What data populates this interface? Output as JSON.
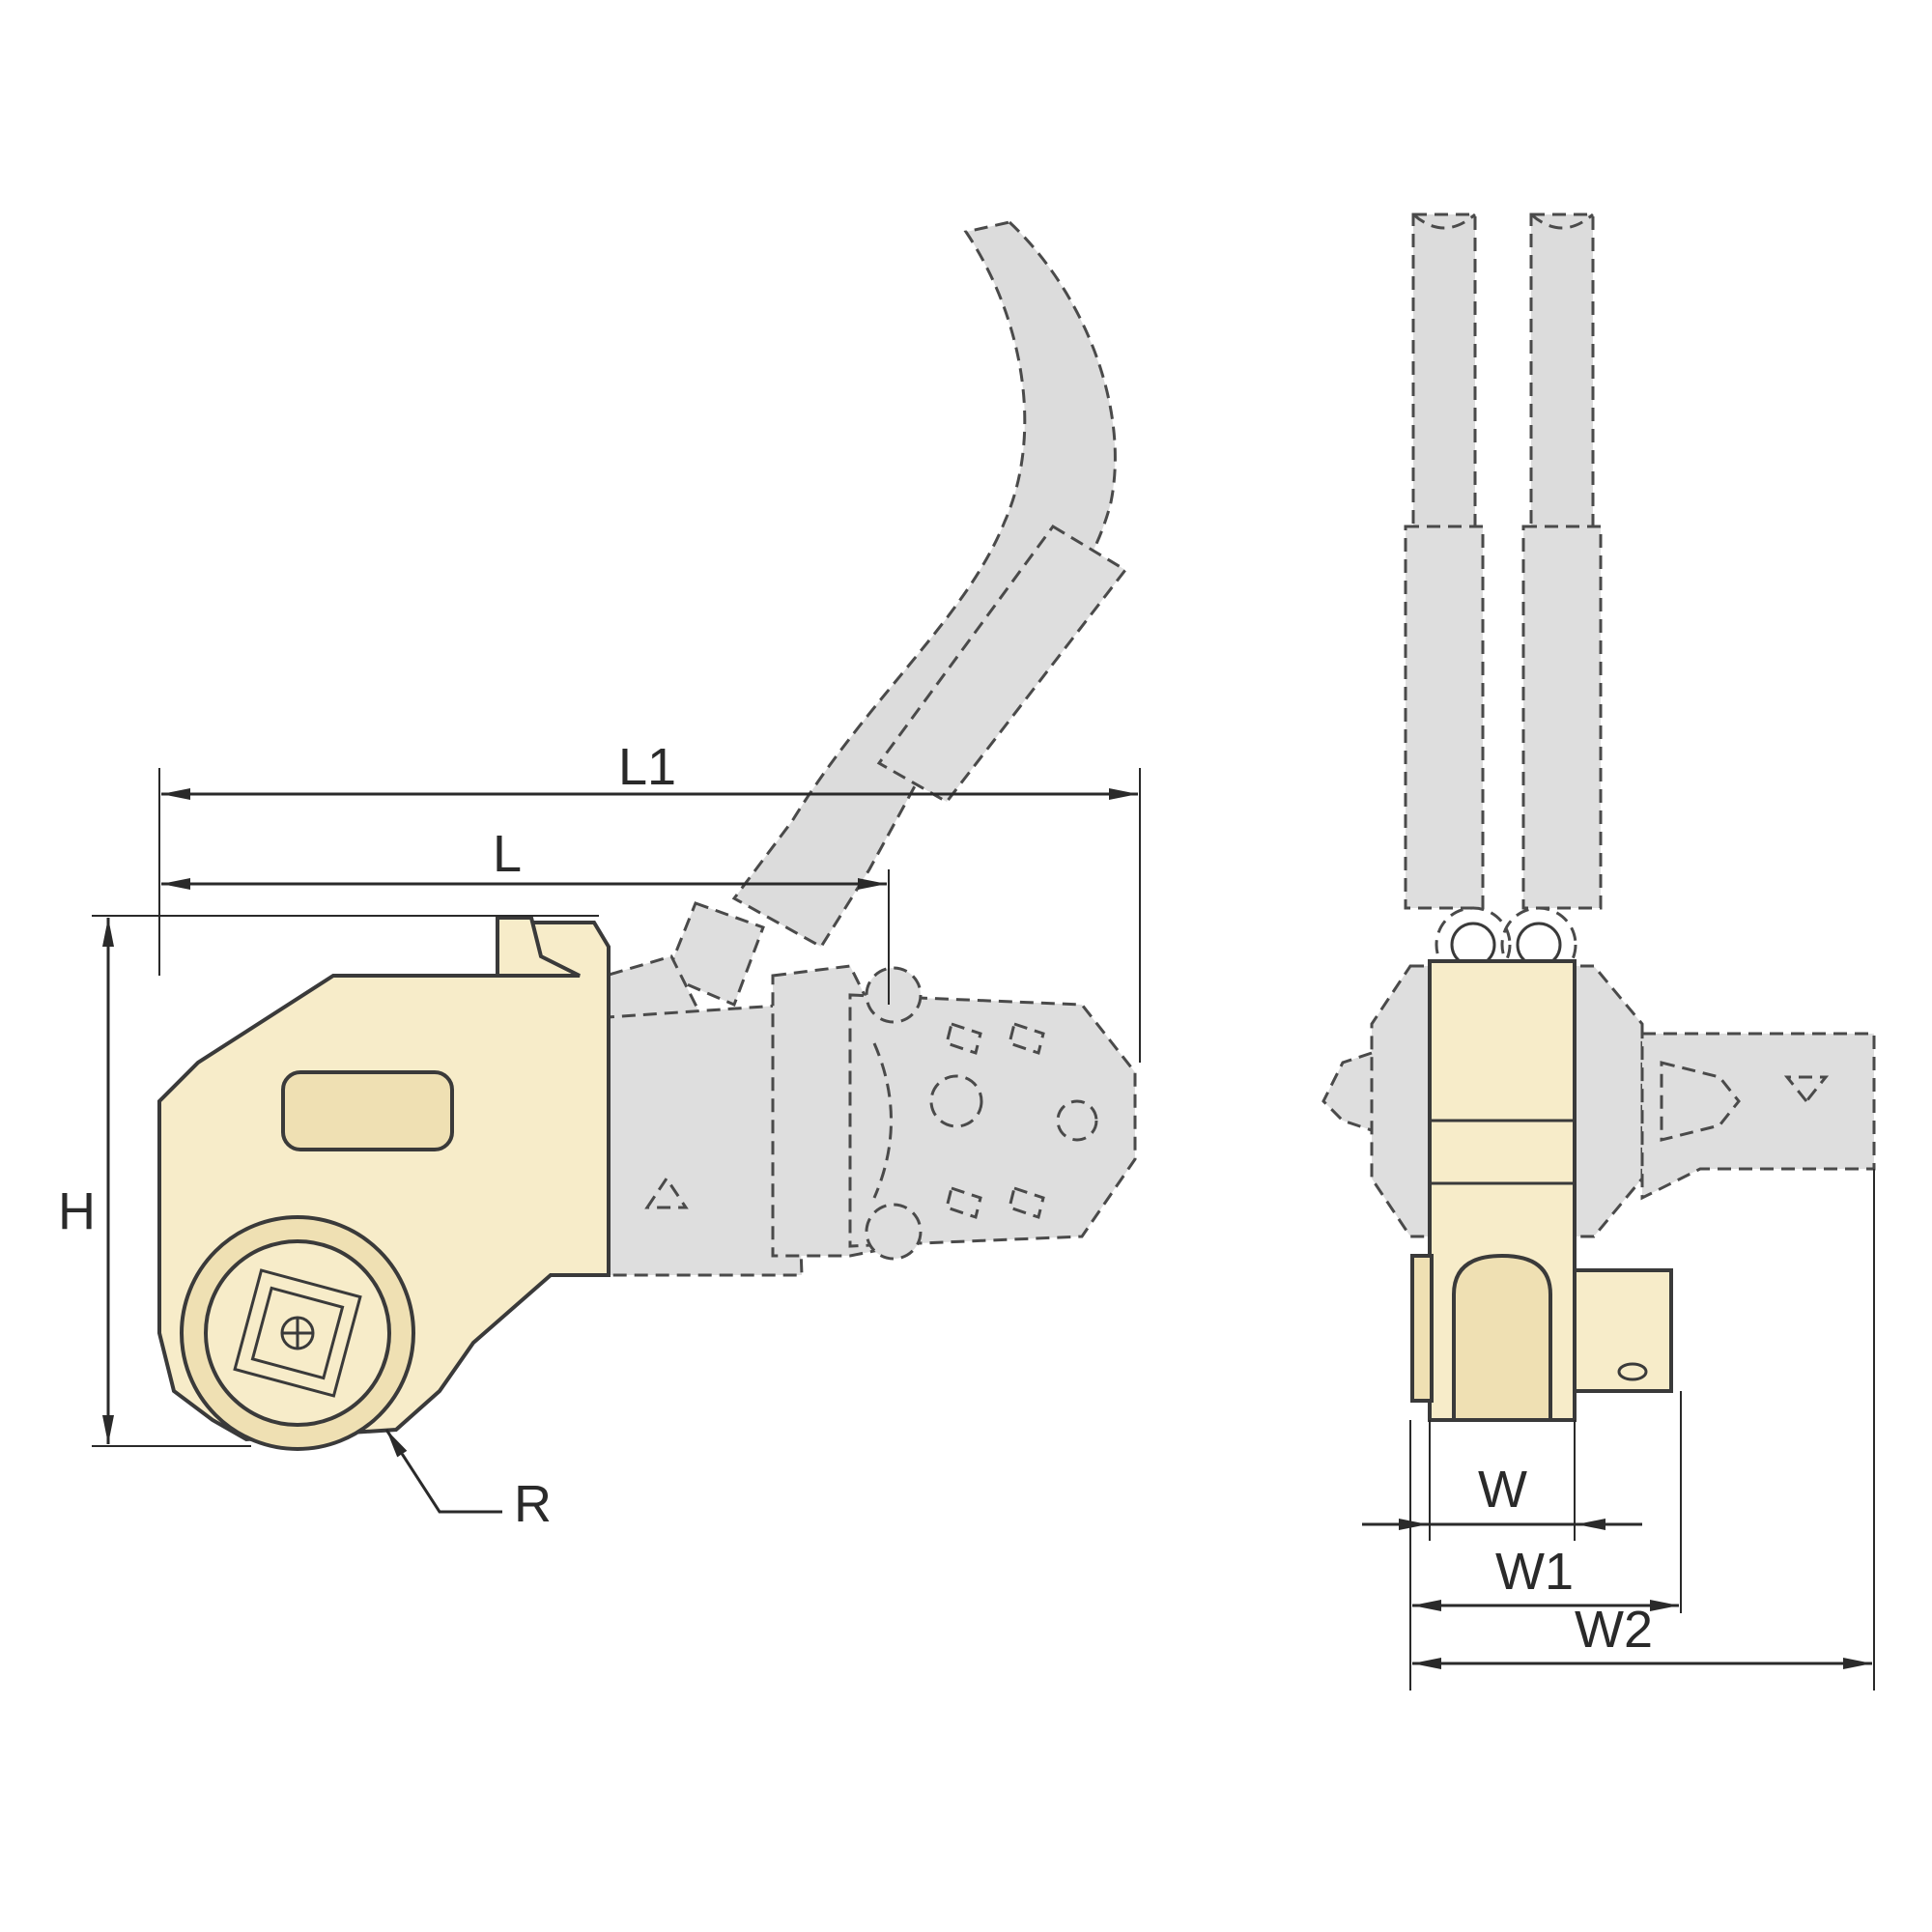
{
  "dimensions": {
    "L1": "L1",
    "L": "L",
    "H": "H",
    "R": "R",
    "W": "W",
    "W1": "W1",
    "W2": "W2"
  },
  "colors": {
    "tool_body": "#f7ecc9",
    "hose": "#dcdcdc",
    "line": "#3a3a3a",
    "background": "#ffffff"
  }
}
